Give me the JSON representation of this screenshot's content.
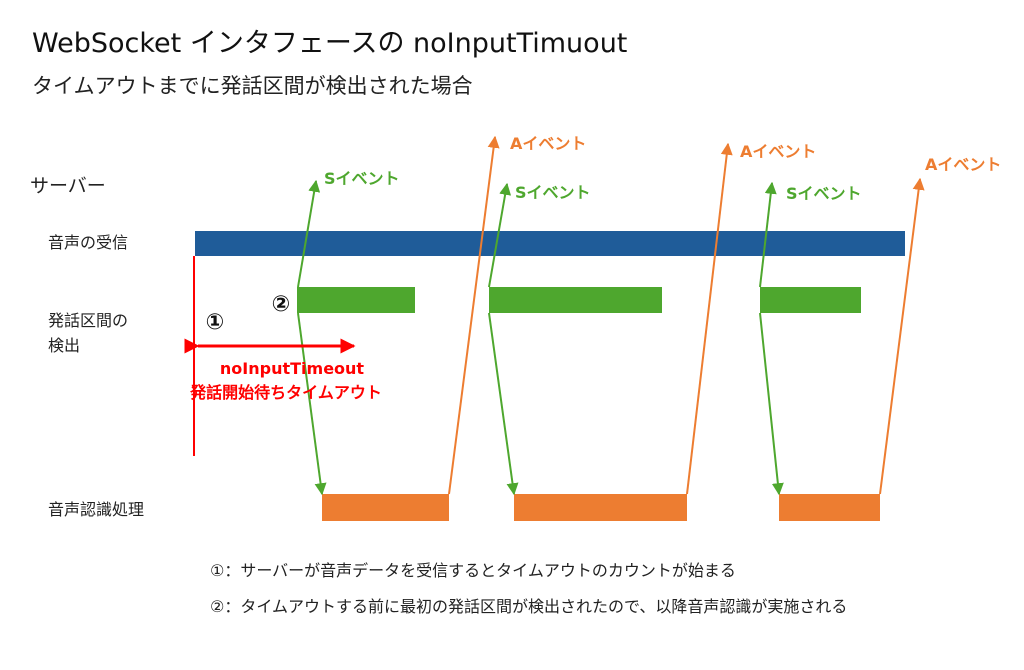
{
  "title": "WebSocket インタフェースの noInputTimuout",
  "subtitle": "タイムアウトまでに発話区間が検出された場合",
  "rows": {
    "server": "サーバー",
    "audio_receive": "音声の受信",
    "speech_detect_1": "発話区間の",
    "speech_detect_2": "検出",
    "recognition": "音声認識処理"
  },
  "events": {
    "s_event": "Sイベント",
    "a_event": "Aイベント"
  },
  "timeout": {
    "name": "noInputTimeout",
    "desc": "発話開始待ちタイムアウト"
  },
  "markers": {
    "one": "①",
    "two": "②"
  },
  "notes": [
    "①：サーバーが音声データを受信するとタイムアウトのカウントが始まる",
    "②：タイムアウトする前に最初の発話区間が検出されたので、以降音声認識が実施される"
  ],
  "colors": {
    "audio": "#1f5c99",
    "speech": "#4ea72e",
    "recog": "#ed7d31",
    "timeout": "#ff0000"
  }
}
